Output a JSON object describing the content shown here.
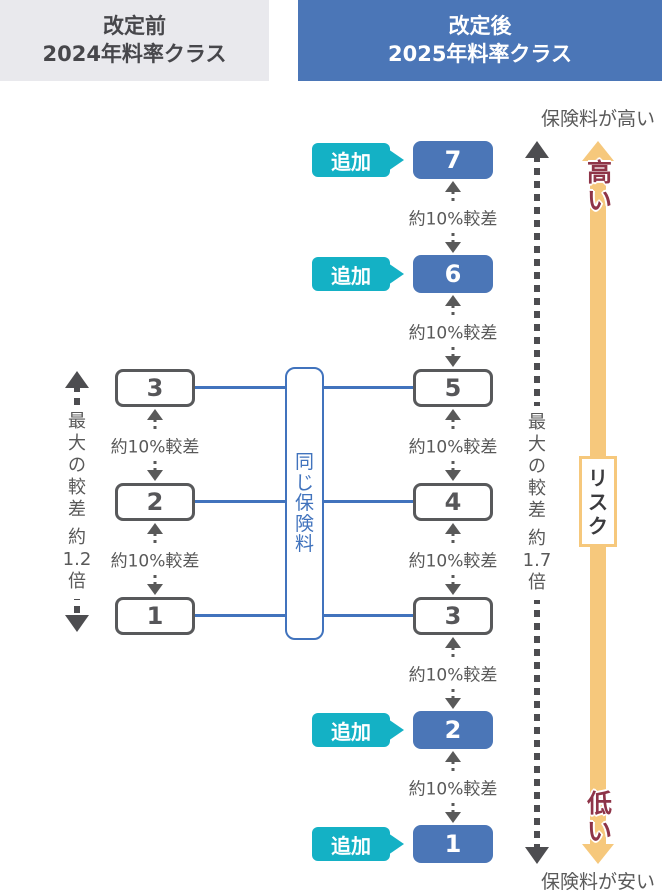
{
  "headers": {
    "before": {
      "line1": "改定前",
      "line2": "2024年料率クラス"
    },
    "after": {
      "line1": "改定後",
      "line2": "2025年料率クラス"
    }
  },
  "before_column": {
    "classes": [
      "3",
      "2",
      "1"
    ],
    "max_gap": {
      "text": "最大の較差 約1.2倍",
      "chars": [
        "最",
        "大",
        "の",
        "較",
        "差",
        "約",
        "1.2",
        "倍"
      ]
    }
  },
  "after_column": {
    "classes": [
      "7",
      "6",
      "5",
      "4",
      "3",
      "2",
      "1"
    ],
    "added_classes": [
      "7",
      "6",
      "2",
      "1"
    ],
    "max_gap": {
      "text": "最大の較差 約1.7倍",
      "chars": [
        "最",
        "大",
        "の",
        "較",
        "差",
        "約",
        "1.7",
        "倍"
      ]
    }
  },
  "labels": {
    "gap": "約10%較差",
    "added": "追加",
    "same_premium": {
      "text": "同じ保険料",
      "chars": [
        "同",
        "じ",
        "保",
        "険",
        "料"
      ]
    },
    "premium_high": "保険料が高い",
    "premium_low": "保険料が安い",
    "risk": {
      "text": "リスク",
      "chars": [
        "リ",
        "ス",
        "ク"
      ]
    },
    "risk_high": {
      "text": "高い",
      "chars": [
        "高",
        "い"
      ]
    },
    "risk_low": {
      "text": "低い",
      "chars": [
        "低",
        "い"
      ]
    }
  },
  "colors": {
    "class_blue": "#4b76b7",
    "added_teal": "#14b1c5",
    "connector_blue": "#4173bd",
    "risk_orange": "#f6c87c",
    "risk_text_maroon": "#8e3448",
    "gray_text": "#595959",
    "header_gray_bg": "#e9e9ed"
  }
}
